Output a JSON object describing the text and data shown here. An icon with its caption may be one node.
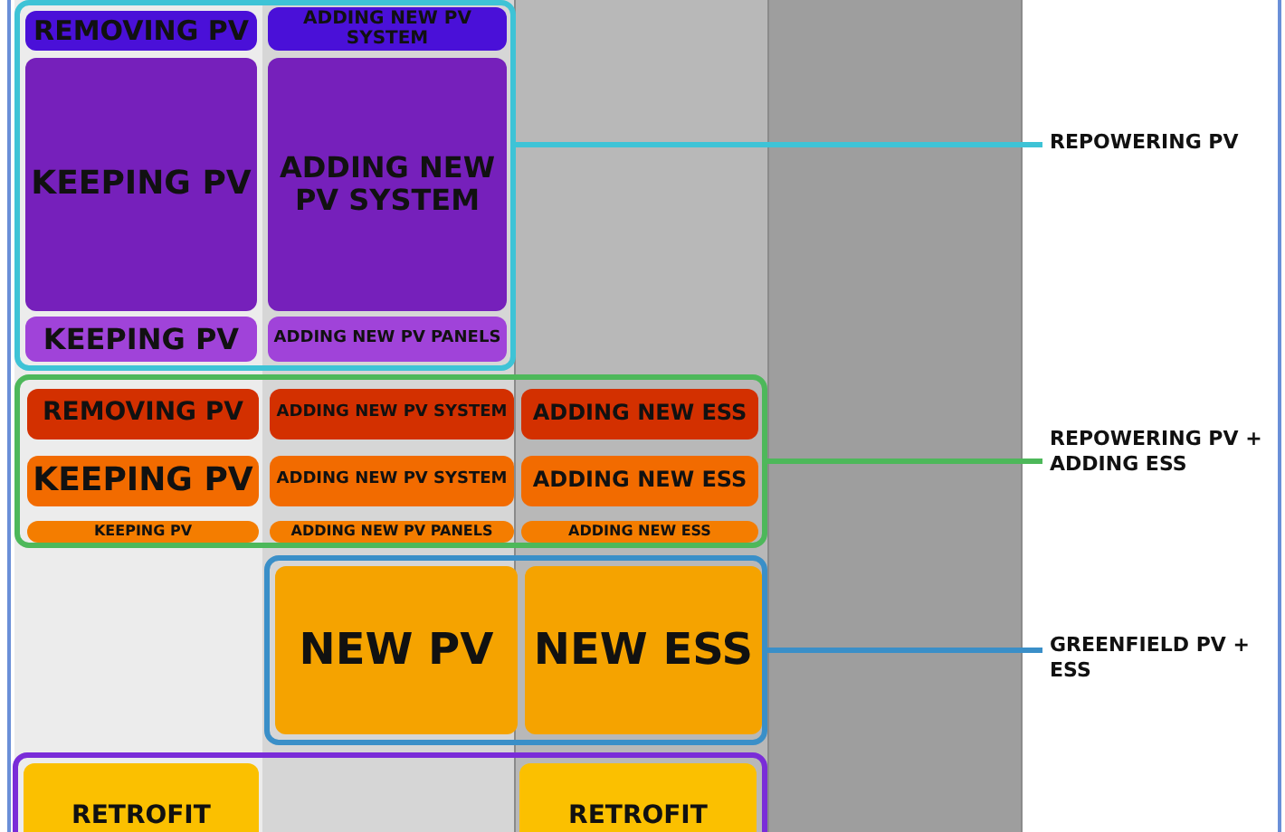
{
  "diagram": {
    "nodes": [
      {
        "text": [],
        "shape": "box"
      },
      {
        "text": [
          "REMOVING PV"
        ],
        "in": 0
      },
      {
        "text": [
          "ADDING NEW PV SYSTEM"
        ],
        "in": 0
      },
      {
        "text": [
          "KEEPING PV"
        ],
        "in": 0
      },
      {
        "text": [
          "ADDING NEW PV SYSTEM"
        ],
        "in": 0
      },
      {
        "text": [
          "KEEPING PV"
        ],
        "in": 0
      },
      {
        "text": [
          "ADDING NEW PV PANELS"
        ],
        "in": 0
      },
      {
        "text": [
          "REPOWERING PV"
        ]
      },
      {
        "text": [],
        "shape": "box"
      },
      {
        "text": [
          "REMOVING PV"
        ],
        "in": 8
      },
      {
        "text": [
          "ADDING NEW PV SYSTEM"
        ],
        "in": 8
      },
      {
        "text": [
          "ADDING NEW ESS"
        ],
        "in": 8
      },
      {
        "text": [
          "KEEPING PV"
        ],
        "in": 8
      },
      {
        "text": [
          "ADDING NEW PV SYSTEM"
        ],
        "in": 8
      },
      {
        "text": [
          "ADDING NEW ESS"
        ],
        "in": 8
      },
      {
        "text": [
          "KEEPING PV"
        ],
        "in": 8
      },
      {
        "text": [
          "ADDING NEW PV PANELS"
        ],
        "in": 8
      },
      {
        "text": [
          "ADDING NEW ESS"
        ],
        "in": 8
      },
      {
        "text": [
          "REPOWERING PV + ADDING ESS"
        ]
      },
      {
        "text": [],
        "shape": "box"
      },
      {
        "text": [
          "NEW PV"
        ],
        "in": 19
      },
      {
        "text": [
          "NEW ESS"
        ],
        "in": 19
      },
      {
        "text": [
          "GREENFIELD PV + ESS"
        ]
      },
      {
        "text": [],
        "shape": "box"
      },
      {
        "text": [
          "RETROFIT"
        ],
        "in": 23
      },
      {
        "text": [
          "RETROFIT"
        ],
        "in": 23
      }
    ],
    "edges": [
      {
        "from": 0,
        "to": 7,
        "arrow": "none",
        "color": "#3ec3d6"
      },
      {
        "from": 8,
        "to": 18,
        "arrow": "none",
        "color": "#4db85a"
      },
      {
        "from": 19,
        "to": 22,
        "arrow": "none",
        "color": "#3a8fc8"
      }
    ]
  }
}
